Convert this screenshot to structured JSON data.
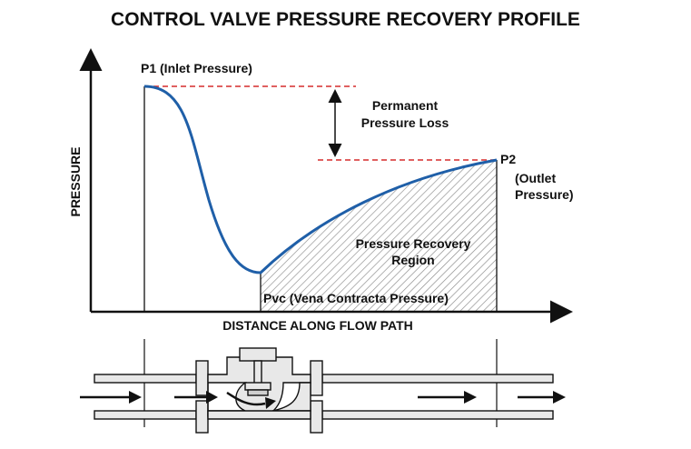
{
  "title": "CONTROL VALVE PRESSURE RECOVERY PROFILE",
  "axes": {
    "y_label": "PRESSURE",
    "x_label": "DISTANCE ALONG FLOW PATH"
  },
  "annotations": {
    "p1": "P1 (Inlet Pressure)",
    "permanent_loss_line1": "Permanent",
    "permanent_loss_line2": "Pressure Loss",
    "p2": "P2",
    "p2_desc_line1": "(Outlet",
    "p2_desc_line2": "Pressure)",
    "recovery_line1": "Pressure Recovery",
    "recovery_line2": "Region",
    "pvc": "Pvc (Vena Contracta Pressure)"
  },
  "colors": {
    "curve": "#1f5fa8",
    "reference_lines": "#d62b2b",
    "hatch": "#8a8a8a",
    "ink": "#111111"
  },
  "icons": [
    "flow-arrow-icon",
    "valve-body-icon",
    "valve-stem-icon"
  ]
}
